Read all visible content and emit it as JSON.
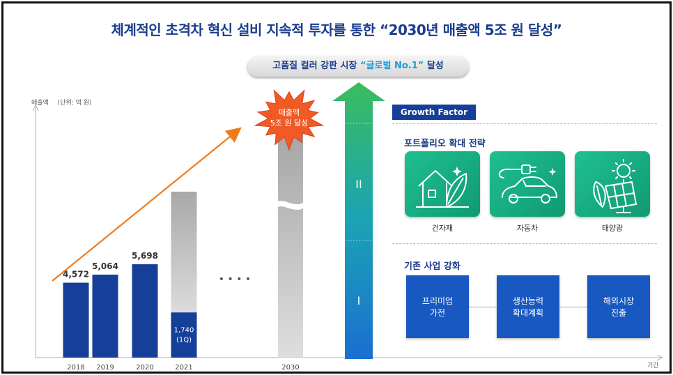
{
  "header": {
    "title": "체계적인 초격차 혁신 설비 지속적 투자를 통한 “2030년 매출액 5조 원 달성”"
  },
  "target_pill": {
    "prefix": "고품질 컬러 강판 시장",
    "highlight": "“글로벌 No.1”",
    "suffix": "달성"
  },
  "starburst": {
    "line1": "매출액",
    "line2": "5조 원 달성"
  },
  "chart_data": {
    "type": "bar",
    "ylabel": "매출액",
    "unit": "(단위: 억 원)",
    "xlabel": "기간",
    "categories": [
      "2018",
      "2019",
      "2020",
      "2021",
      "2030"
    ],
    "values": [
      4572,
      5064,
      5698,
      1740,
      null
    ],
    "value_labels": [
      "4,572",
      "5,064",
      "5,698",
      "1,740",
      ""
    ],
    "sub_labels": [
      "",
      "",
      "",
      "(1Q)",
      ""
    ],
    "ellipsis": "• • • •",
    "colors": {
      "actual": "#163f9a",
      "projection": "#b9b9b9",
      "trend_arrow": "#f07b1d"
    }
  },
  "growth_arrow": {
    "phase_upper": "II",
    "phase_lower": "I"
  },
  "growth_factor": {
    "badge": "Growth Factor",
    "portfolio": {
      "title": "포트폴리오 확대 전략",
      "items": [
        {
          "label": "건자재",
          "icon": "house-leaf-icon"
        },
        {
          "label": "자동차",
          "icon": "car-plug-icon"
        },
        {
          "label": "태양광",
          "icon": "solar-panel-icon"
        }
      ]
    },
    "existing": {
      "title": "기존 사업 강화",
      "items": [
        {
          "line1": "프리미엄",
          "line2": "가전"
        },
        {
          "line1": "생산능력",
          "line2": "확대계획"
        },
        {
          "line1": "해외시장",
          "line2": "진출"
        }
      ]
    }
  }
}
